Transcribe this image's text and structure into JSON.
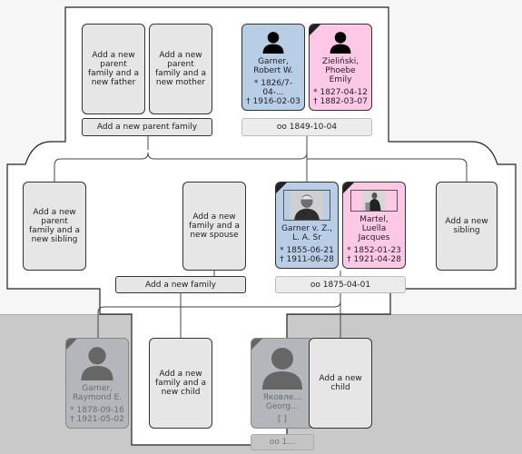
{
  "placeholders": {
    "add_father": "Add a new parent family and a new father",
    "add_mother": "Add a new parent family and a new mother",
    "add_parent_family": "Add a new parent family",
    "add_sibling_with_family": "Add a new parent family and a new sibling",
    "add_spouse": "Add a new family and a new spouse",
    "add_sibling": "Add a new sibling",
    "add_family": "Add a new family",
    "add_child_with_family": "Add a new family and a new child",
    "add_child": "Add a new child"
  },
  "people": {
    "father": {
      "name": "Garner, Robert W.",
      "birth": "* 1826/7-04-...",
      "death": "† 1916-02-03"
    },
    "mother": {
      "name": "Zieliński, Phoebe Emily",
      "birth": "* 1827-04-12",
      "death": "† 1882-03-07"
    },
    "active": {
      "name": "Garner v. Z., L. A. Sr",
      "birth": "* 1855-06-21",
      "death": "† 1911-06-28"
    },
    "spouse": {
      "name": "Martel, Luella Jacques",
      "birth": "* 1852-01-23",
      "death": "† 1921-04-28"
    },
    "child1": {
      "name": "Garner, Raymond E.",
      "birth": "* 1878-09-16",
      "death": "† 1921-05-02"
    },
    "child2": {
      "name": "Яковле… Georg…",
      "extra": "[ ]"
    }
  },
  "families": {
    "parents_marriage": "oo 1849-10-04",
    "active_marriage": "oo 1875-04-01",
    "child2_marriage": "oo 1…"
  },
  "colors": {
    "male": "#b8cde6",
    "female": "#fcc8e6",
    "empty": "#e6e6e6"
  },
  "icons": {
    "person": "person-silhouette-icon",
    "corner": "active-corner-marker-icon"
  }
}
